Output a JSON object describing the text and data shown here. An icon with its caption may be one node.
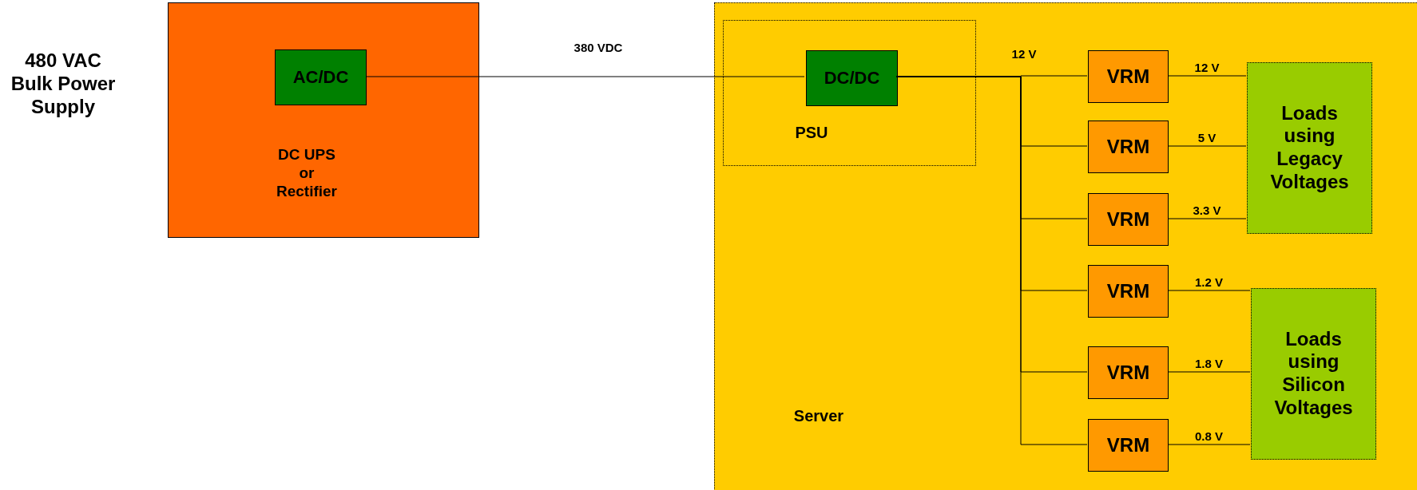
{
  "diagram": {
    "nodes": [
      {
        "text": [
          "DC UPS or Rectifier"
        ]
      },
      {
        "text": [
          "AC/DC"
        ],
        "in": 0
      },
      {
        "text": [
          "Server"
        ]
      },
      {
        "text": [
          "PSU"
        ],
        "in": 2
      },
      {
        "text": [
          "DC/DC"
        ],
        "in": 3
      },
      {
        "text": [
          "VRM"
        ],
        "in": 2
      },
      {
        "text": [
          "VRM"
        ],
        "in": 2
      },
      {
        "text": [
          "VRM"
        ],
        "in": 2
      },
      {
        "text": [
          "VRM"
        ],
        "in": 2
      },
      {
        "text": [
          "VRM"
        ],
        "in": 2
      },
      {
        "text": [
          "VRM"
        ],
        "in": 2
      },
      {
        "text": [
          "Loads using Legacy Voltages"
        ],
        "in": 2
      },
      {
        "text": [
          "Loads using Silicon Voltages"
        ],
        "in": 2
      }
    ],
    "edges": [
      {
        "from": 1,
        "to": 4,
        "arrow": "none",
        "label": "380 VDC"
      },
      {
        "from": 4,
        "to": 5,
        "arrow": "none",
        "label": "12 V"
      },
      {
        "from": 4,
        "to": 6,
        "arrow": "none"
      },
      {
        "from": 4,
        "to": 7,
        "arrow": "none"
      },
      {
        "from": 4,
        "to": 8,
        "arrow": "none"
      },
      {
        "from": 4,
        "to": 9,
        "arrow": "none"
      },
      {
        "from": 4,
        "to": 10,
        "arrow": "none"
      },
      {
        "from": 5,
        "to": 11,
        "arrow": "none",
        "label": "12 V"
      },
      {
        "from": 6,
        "to": 11,
        "arrow": "none",
        "label": "5 V"
      },
      {
        "from": 7,
        "to": 11,
        "arrow": "none",
        "label": "3.3 V"
      },
      {
        "from": 8,
        "to": 12,
        "arrow": "none",
        "label": "1.2 V"
      },
      {
        "from": 9,
        "to": 12,
        "arrow": "none",
        "label": "1.8 V"
      },
      {
        "from": 10,
        "to": 12,
        "arrow": "none",
        "label": "0.8 V"
      }
    ],
    "labels": [
      "480 VAC Bulk Power Supply"
    ]
  }
}
